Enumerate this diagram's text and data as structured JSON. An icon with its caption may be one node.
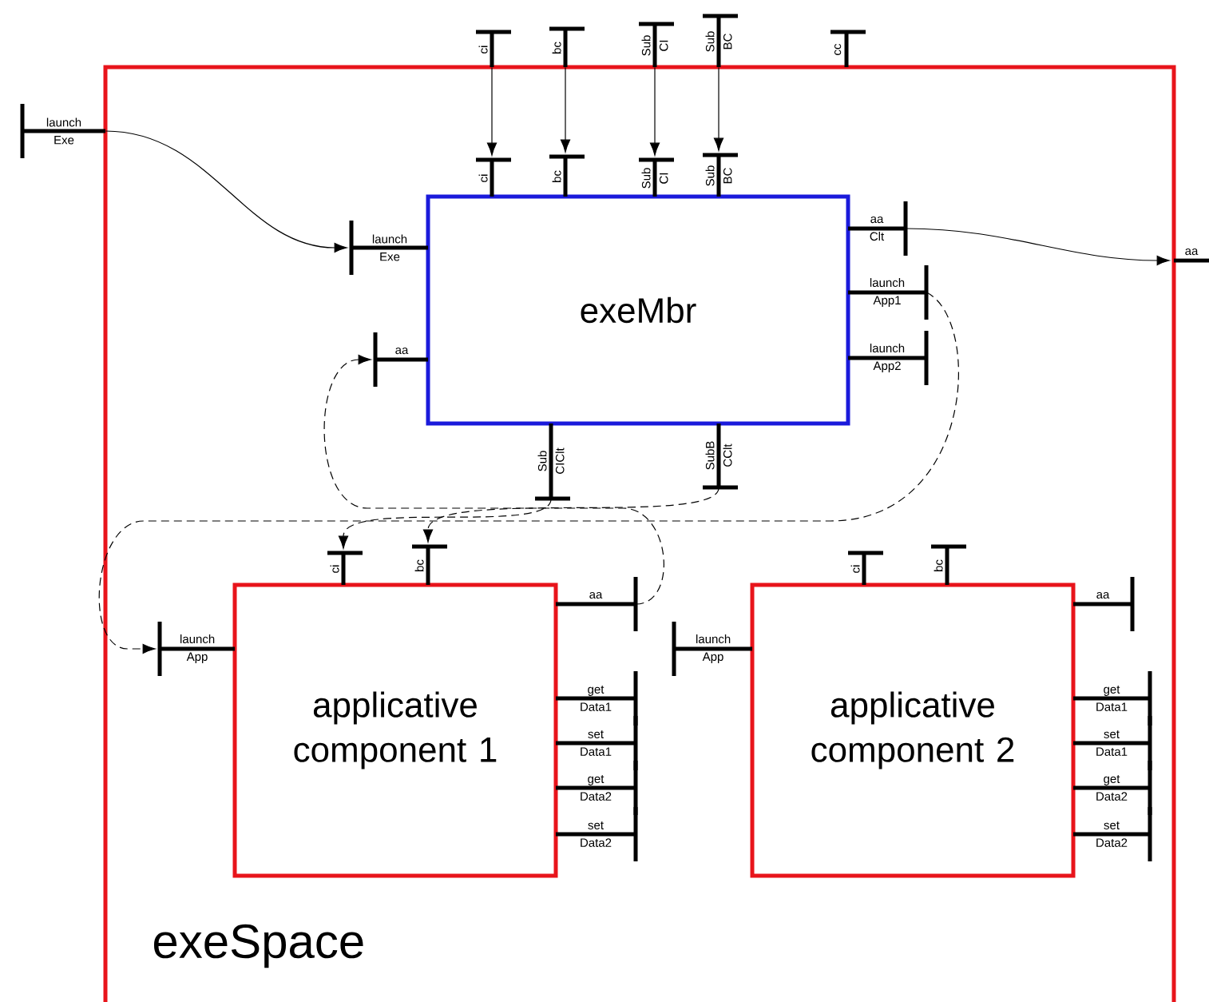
{
  "diagram": {
    "nodes": [
      {
        "text": [
          "exeSpace"
        ]
      },
      {
        "text": [
          "exeMbr"
        ],
        "in": 0
      },
      {
        "text": [
          "applicative component 1"
        ],
        "in": 0
      },
      {
        "text": [
          "applicative component 2"
        ],
        "in": 0
      },
      {
        "text": [
          "launch Exe"
        ]
      },
      {
        "text": [
          "ci"
        ]
      },
      {
        "text": [
          "bc"
        ]
      },
      {
        "text": [
          "Sub CI"
        ]
      },
      {
        "text": [
          "Sub BC"
        ]
      },
      {
        "text": [
          "cc"
        ]
      },
      {
        "text": [
          "aa"
        ]
      },
      {
        "text": [
          "launch Exe"
        ],
        "in": 0
      },
      {
        "text": [
          "ci"
        ],
        "in": 0
      },
      {
        "text": [
          "bc"
        ],
        "in": 0
      },
      {
        "text": [
          "Sub CI"
        ],
        "in": 0
      },
      {
        "text": [
          "Sub BC"
        ],
        "in": 0
      },
      {
        "text": [
          "aa"
        ],
        "in": 0
      },
      {
        "text": [
          "aa Clt"
        ],
        "in": 0
      },
      {
        "text": [
          "launch App1"
        ],
        "in": 0
      },
      {
        "text": [
          "launch App2"
        ],
        "in": 0
      },
      {
        "text": [
          "Sub CIClt"
        ],
        "in": 0
      },
      {
        "text": [
          "SubB CClt"
        ],
        "in": 0
      },
      {
        "text": [
          "ci"
        ],
        "in": 0
      },
      {
        "text": [
          "bc"
        ],
        "in": 0
      },
      {
        "text": [
          "launch App"
        ],
        "in": 0
      },
      {
        "text": [
          "aa"
        ],
        "in": 0
      },
      {
        "text": [
          "get Data1"
        ],
        "in": 0
      },
      {
        "text": [
          "set Data1"
        ],
        "in": 0
      },
      {
        "text": [
          "get Data2"
        ],
        "in": 0
      },
      {
        "text": [
          "set Data2"
        ],
        "in": 0
      },
      {
        "text": [
          "ci"
        ],
        "in": 0
      },
      {
        "text": [
          "bc"
        ],
        "in": 0
      },
      {
        "text": [
          "launch App"
        ],
        "in": 0
      },
      {
        "text": [
          "aa"
        ],
        "in": 0
      },
      {
        "text": [
          "get Data1"
        ],
        "in": 0
      },
      {
        "text": [
          "set Data1"
        ],
        "in": 0
      },
      {
        "text": [
          "get Data2"
        ],
        "in": 0
      },
      {
        "text": [
          "set Data2"
        ],
        "in": 0
      }
    ],
    "edges": [
      {
        "from": 4,
        "to": 11,
        "arrow": "to"
      },
      {
        "from": 5,
        "to": 12,
        "arrow": "to"
      },
      {
        "from": 6,
        "to": 13,
        "arrow": "to"
      },
      {
        "from": 7,
        "to": 14,
        "arrow": "to"
      },
      {
        "from": 8,
        "to": 15,
        "arrow": "to"
      },
      {
        "from": 17,
        "to": 10,
        "arrow": "to"
      },
      {
        "from": 20,
        "to": 22,
        "arrow": "to",
        "style": "dashed"
      },
      {
        "from": 21,
        "to": 23,
        "arrow": "to",
        "style": "dashed"
      },
      {
        "from": 18,
        "to": 24,
        "arrow": "to",
        "style": "dashed"
      },
      {
        "from": 25,
        "to": 16,
        "arrow": "to",
        "style": "dashed"
      }
    ]
  }
}
